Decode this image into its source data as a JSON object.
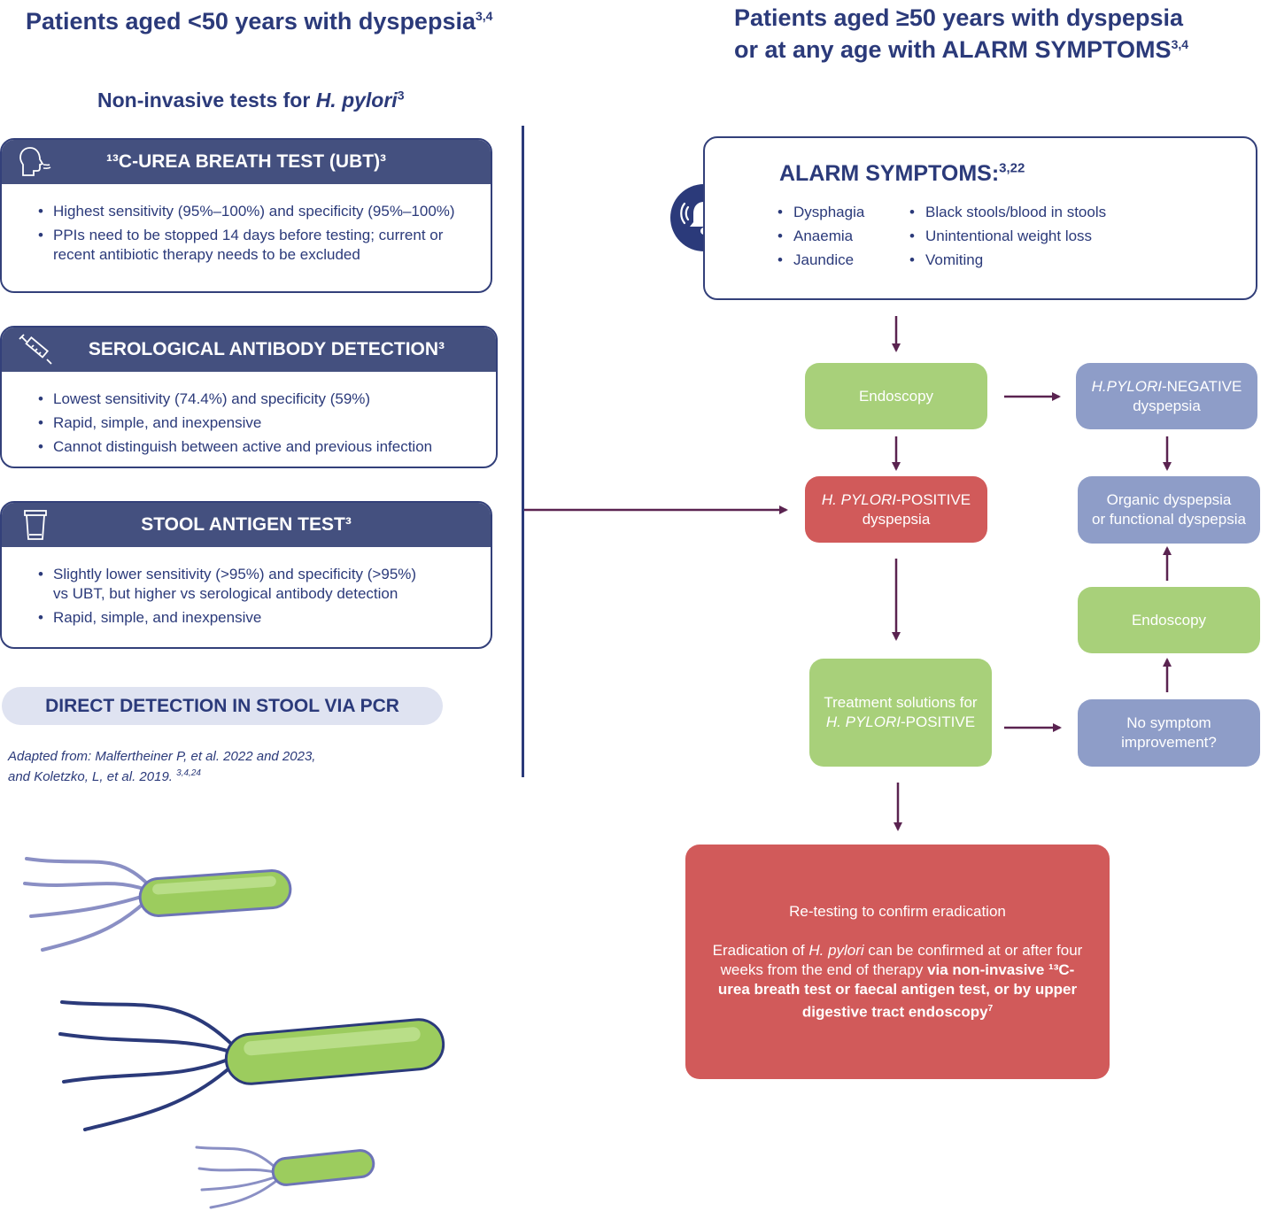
{
  "left": {
    "title": "Patients aged <50 years with dyspepsia",
    "title_sup": "3,4",
    "subtitle_pre": "Non-invasive tests for ",
    "subtitle_ital": "H. pylori",
    "subtitle_sup": "3",
    "cards": [
      {
        "title": "¹³C-UREA BREATH TEST (UBT)³",
        "icon": "breath-icon",
        "bullets": [
          "Highest sensitivity (95%–100%) and specificity (95%–100%)",
          "PPIs need to be stopped 14 days before testing; current or recent antibiotic therapy needs to be excluded"
        ]
      },
      {
        "title": "SEROLOGICAL ANTIBODY DETECTION³",
        "icon": "syringe-icon",
        "bullets": [
          "Lowest sensitivity (74.4%) and specificity (59%)",
          "Rapid, simple, and inexpensive",
          "Cannot distinguish between active and previous infection"
        ]
      },
      {
        "title": "STOOL ANTIGEN TEST³",
        "icon": "stool-container-icon",
        "bullets": [
          "Slightly lower sensitivity (>95%) and specificity (>95%) vs UBT, but higher vs serological antibody detection",
          "Rapid, simple, and inexpensive"
        ]
      }
    ],
    "pcr": "DIRECT DETECTION IN STOOL VIA PCR",
    "adapted_line1": "Adapted from: Malfertheiner P, et al. 2022 and 2023,",
    "adapted_line2": "and Koletzko, L, et al. 2019. ",
    "adapted_sup": "3,4,24"
  },
  "right": {
    "title_line1": "Patients aged ≥50 years with dyspepsia",
    "title_line2": "or at any age with ALARM SYMPTOMS",
    "title_sup": "3,4",
    "alarm": {
      "title": "ALARM SYMPTOMS:",
      "title_sup": "3,22",
      "icon": "bell-icon",
      "col1": [
        "Dysphagia",
        "Anaemia",
        "Jaundice"
      ],
      "col2": [
        "Black stools/blood in stools",
        "Unintentional weight loss",
        "Vomiting"
      ]
    },
    "flow": {
      "endoscopy1": "Endoscopy",
      "neg_ital": "H.PYLORI",
      "neg_rest": "-NEGATIVE",
      "neg_line2": "dyspepsia",
      "pos_ital": "H. PYLORI",
      "pos_rest": "-POSITIVE",
      "pos_line2": "dyspepsia",
      "organic_line1": "Organic dyspepsia",
      "organic_line2": "or functional dyspepsia",
      "endoscopy2": "Endoscopy",
      "treat_line1": "Treatment solutions for",
      "treat_ital": "H. PYLORI",
      "treat_rest": "-POSITIVE",
      "nosym_line1": "No symptom",
      "nosym_line2": "improvement?",
      "retest_title": "Re-testing to confirm eradication",
      "retest_p1": "Eradication of ",
      "retest_ital": "H. pylori",
      "retest_p2": " can be confirmed at or after four weeks from the end of therapy ",
      "retest_bold": "via non-invasive ¹³C-urea breath test or faecal antigen test, or by upper digestive tract endoscopy",
      "retest_sup": "7"
    }
  },
  "colors": {
    "navy": "#2b3a7a",
    "header": "#44507f",
    "green": "#a8d07a",
    "red": "#d15a5a",
    "blue": "#8e9dc8",
    "arrow": "#5a2350"
  }
}
